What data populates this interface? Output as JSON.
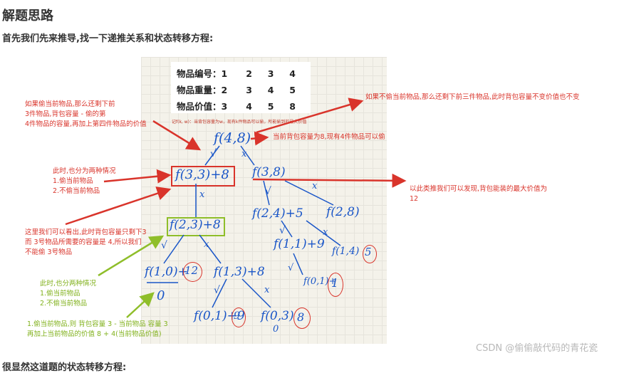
{
  "heading": "解题思路",
  "intro": "首先我们先来推导,找一下递推关系和状态转移方程:",
  "outro": "很显然这道题的状态转移方程:",
  "watermark": "CSDN @偷偷敲代码的青花瓷",
  "item_table": {
    "row1": "物品编号：1      2     3     4",
    "row2": "物品重量：2      3     4     5",
    "row3": "物品价值：3      4     5     8"
  },
  "table_caption": "记f(k, w)：当背包容量为w，现有k件物品可以偷，所能偷到的最大价值",
  "annotations": {
    "left_top": "如果偷当前物品,那么还剩下前\n3件物品,背包容量 - 偷的第\n4件物品的容量,再加上第四件物品的价值",
    "right_top": "如果不偷当前物品,那么还剩下前三件物品,此时背包容量不变价值也不变",
    "root_note": "当前背包容量为8,现有4件物品可以偷",
    "two_cases_1": "此时,也分为两种情况\n1.偷当前物品\n2.不偷当前物品",
    "capacity_note": "这里我们可以看出,此时背包容量只剩下3\n而 3号物品所需要的容量是 4,所以我们\n不能偷 3号物品",
    "conclusion": "以此类推我们可以发现,背包能装的最大价值为\n12",
    "two_cases_2": "此时,也分两种情况\n1.偷当前物品\n2.不偷当前物品",
    "steal_note": "1.偷当前物品,则 背包容量 3 - 当前物品 容量 3\n再加上当前物品的价值 8 + 4(当前物品价值)"
  },
  "tree": {
    "root": "f(4,8)",
    "n_steal": "f(3,3)+8",
    "n_skip": "f(3,8)",
    "n_f233": "f(2,3)+8",
    "n_f245": "f(2,4)+5",
    "n_f28": "f(2,8)",
    "n_f10": "f(1,0)+",
    "v12": "12",
    "n_f13": "f(1,3)+8",
    "n_f119": "f(1,1)+9",
    "n_f14": "f(1,4)",
    "v5": "5",
    "n_f01": "f(0,1)+9",
    "v9": "9",
    "zero": "0",
    "n_f01b": "f(0,1)+",
    "v1": "1",
    "n_f03": "f(0,3)",
    "v8": "8",
    "zero2": "0",
    "cross": "x",
    "check": "√"
  },
  "colors": {
    "red": "#d9342b",
    "green": "#82b21e",
    "blue": "#1a56c8"
  }
}
